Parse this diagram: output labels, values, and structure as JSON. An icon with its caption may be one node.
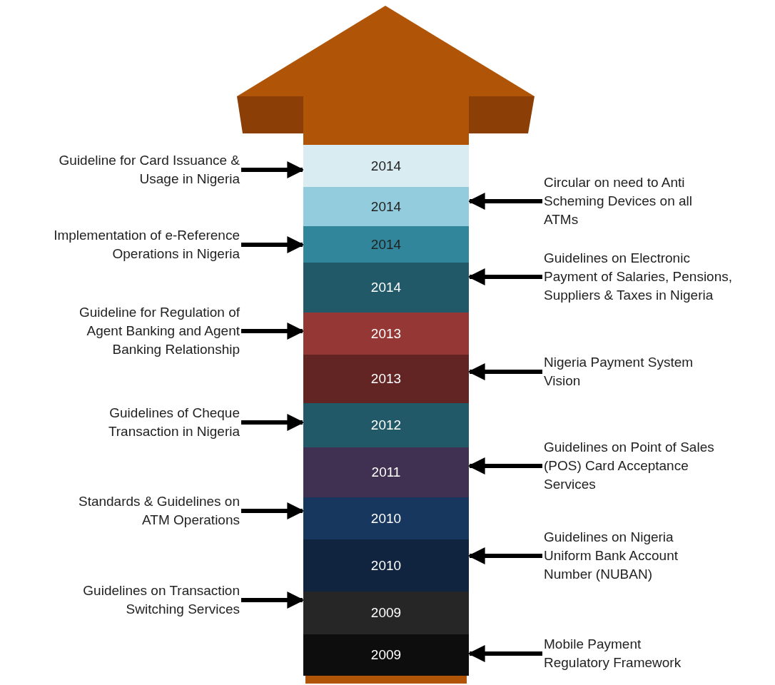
{
  "diagram": {
    "nodes": [
      {
        "text": [
          "Guideline for Card Issuance & Usage in Nigeria"
        ]
      },
      {
        "text": [
          "2014"
        ]
      },
      {
        "text": [
          "Circular on need to Anti Scheming Devices on all ATMs"
        ]
      },
      {
        "text": [
          "2014"
        ]
      },
      {
        "text": [
          "Implementation of e-Reference Operations in Nigeria"
        ]
      },
      {
        "text": [
          "2014"
        ]
      },
      {
        "text": [
          "Guidelines on Electronic Payment of Salaries, Pensions, Suppliers & Taxes in Nigeria"
        ]
      },
      {
        "text": [
          "2014"
        ]
      },
      {
        "text": [
          "Guideline for Regulation of Agent Banking and Agent Banking Relationship"
        ]
      },
      {
        "text": [
          "2013"
        ]
      },
      {
        "text": [
          "Nigeria Payment System Vision"
        ]
      },
      {
        "text": [
          "2013"
        ]
      },
      {
        "text": [
          "Guidelines of Cheque Transaction in Nigeria"
        ]
      },
      {
        "text": [
          "2012"
        ]
      },
      {
        "text": [
          "Guidelines on Point of Sales (POS) Card Acceptance Services"
        ]
      },
      {
        "text": [
          "2011"
        ]
      },
      {
        "text": [
          "Standards & Guidelines on ATM Operations"
        ]
      },
      {
        "text": [
          "2010"
        ]
      },
      {
        "text": [
          "Guidelines on Nigeria Uniform Bank Account Number (NUBAN)"
        ]
      },
      {
        "text": [
          "2010"
        ]
      },
      {
        "text": [
          "Guidelines on Transaction Switching Services"
        ]
      },
      {
        "text": [
          "2009"
        ]
      },
      {
        "text": [
          "Mobile Payment Regulatory Framework"
        ]
      },
      {
        "text": [
          "2009"
        ]
      }
    ],
    "edges": [
      {
        "from": 0,
        "to": 1,
        "arrow": "to"
      },
      {
        "from": 2,
        "to": 3,
        "arrow": "to"
      },
      {
        "from": 4,
        "to": 5,
        "arrow": "to"
      },
      {
        "from": 6,
        "to": 7,
        "arrow": "to"
      },
      {
        "from": 8,
        "to": 9,
        "arrow": "to"
      },
      {
        "from": 10,
        "to": 11,
        "arrow": "to"
      },
      {
        "from": 12,
        "to": 13,
        "arrow": "to"
      },
      {
        "from": 14,
        "to": 15,
        "arrow": "to"
      },
      {
        "from": 16,
        "to": 17,
        "arrow": "to"
      },
      {
        "from": 18,
        "to": 19,
        "arrow": "to"
      },
      {
        "from": 20,
        "to": 21,
        "arrow": "to"
      },
      {
        "from": 22,
        "to": 23,
        "arrow": "to"
      }
    ]
  }
}
